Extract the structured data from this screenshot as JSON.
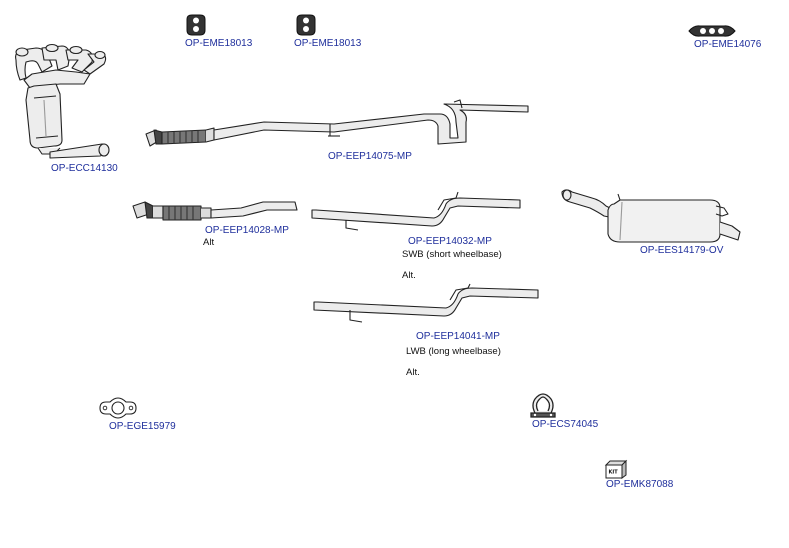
{
  "colors": {
    "link": "#1f2f9c",
    "text": "#111111",
    "line": "#222222",
    "metal": "#e8e8e8"
  },
  "parts": [
    {
      "id": "hanger_a",
      "code": "OP-EME18013",
      "icon": "rubber-hanger-icon"
    },
    {
      "id": "hanger_b",
      "code": "OP-EME18013",
      "icon": "rubber-hanger-icon"
    },
    {
      "id": "hanger_c",
      "code": "OP-EME14076",
      "icon": "triple-hole-hanger-icon"
    },
    {
      "id": "cat_conv",
      "code": "OP-ECC14130",
      "icon": "catalytic-converter-manifold-icon"
    },
    {
      "id": "front_pipe_long",
      "code": "OP-EEP14075-MP",
      "icon": "front-pipe-icon"
    },
    {
      "id": "front_pipe_alt",
      "code": "OP-EEP14028-MP",
      "icon": "flex-pipe-icon",
      "note": "Alt"
    },
    {
      "id": "centre_swb",
      "code": "OP-EEP14032-MP",
      "icon": "centre-pipe-icon",
      "notes": [
        "SWB (short wheelbase)",
        "Alt."
      ]
    },
    {
      "id": "rear_silencer",
      "code": "OP-EES14179-OV",
      "icon": "rear-silencer-icon"
    },
    {
      "id": "centre_lwb",
      "code": "OP-EEP14041-MP",
      "icon": "centre-pipe-icon",
      "notes": [
        "LWB (long wheelbase)",
        "Alt."
      ]
    },
    {
      "id": "gasket",
      "code": "OP-EGE15979",
      "icon": "gasket-icon"
    },
    {
      "id": "clamp",
      "code": "OP-ECS74045",
      "icon": "clamp-icon"
    },
    {
      "id": "kit",
      "code": "OP-EMK87088",
      "icon": "fitting-kit-icon",
      "badge": "KIT"
    }
  ]
}
